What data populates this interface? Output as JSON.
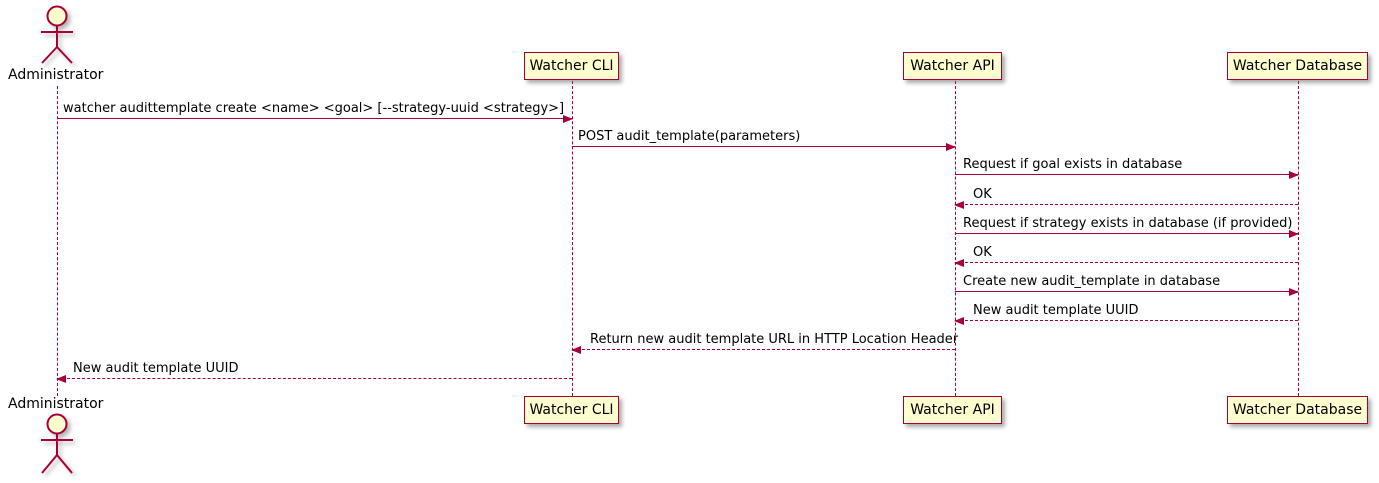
{
  "diagram": {
    "kind": "uml-sequence-diagram",
    "background_color": "#FFFFFF",
    "line_color": "#A80036",
    "participant_fill_color": "#FEFECE",
    "text_color": "#000000"
  },
  "participants": [
    {
      "name": "Administrator",
      "kind": "actor"
    },
    {
      "name": "Watcher CLI",
      "kind": "participant"
    },
    {
      "name": "Watcher API",
      "kind": "participant"
    },
    {
      "name": "Watcher Database",
      "kind": "participant"
    }
  ],
  "messages": [
    {
      "from": "Administrator",
      "to": "Watcher CLI",
      "label": "watcher audittemplate create <name> <goal> [--strategy-uuid <strategy>]",
      "line": "solid"
    },
    {
      "from": "Watcher CLI",
      "to": "Watcher API",
      "label": "POST audit_template(parameters)",
      "line": "solid"
    },
    {
      "from": "Watcher API",
      "to": "Watcher Database",
      "label": "Request if goal exists in database",
      "line": "solid"
    },
    {
      "from": "Watcher Database",
      "to": "Watcher API",
      "label": "OK",
      "line": "dashed"
    },
    {
      "from": "Watcher API",
      "to": "Watcher Database",
      "label": "Request if strategy exists in database (if provided)",
      "line": "solid"
    },
    {
      "from": "Watcher Database",
      "to": "Watcher API",
      "label": "OK",
      "line": "dashed"
    },
    {
      "from": "Watcher API",
      "to": "Watcher Database",
      "label": "Create new audit_template in database",
      "line": "solid"
    },
    {
      "from": "Watcher Database",
      "to": "Watcher API",
      "label": "New audit template UUID",
      "line": "dashed"
    },
    {
      "from": "Watcher API",
      "to": "Watcher CLI",
      "label": "Return new audit template URL in HTTP Location Header",
      "line": "dashed"
    },
    {
      "from": "Watcher CLI",
      "to": "Administrator",
      "label": "New audit template UUID",
      "line": "dashed"
    }
  ]
}
